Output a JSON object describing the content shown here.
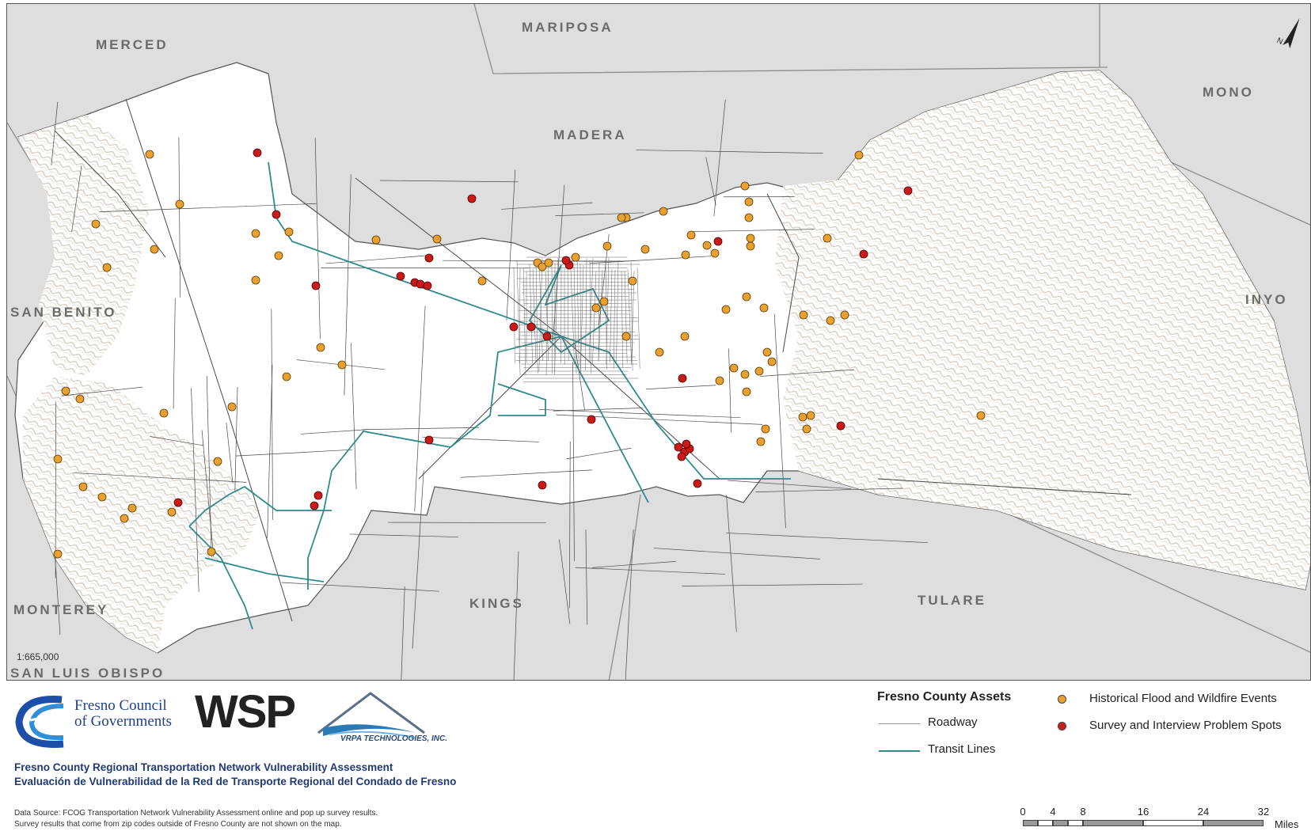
{
  "map": {
    "scale_ratio": "1:665,000",
    "north_arrow_label": "N",
    "regions": [
      {
        "name": "MERCED",
        "id": "merced"
      },
      {
        "name": "MARIPOSA",
        "id": "mariposa"
      },
      {
        "name": "MADERA",
        "id": "madera"
      },
      {
        "name": "MONO",
        "id": "mono"
      },
      {
        "name": "SAN BENITO",
        "id": "san-benito"
      },
      {
        "name": "INYO",
        "id": "inyo"
      },
      {
        "name": "MONTEREY",
        "id": "monterey"
      },
      {
        "name": "KINGS",
        "id": "kings"
      },
      {
        "name": "TULARE",
        "id": "tulare"
      },
      {
        "name": "SAN LUIS OBISPO",
        "id": "san-luis-obispo"
      }
    ],
    "colors": {
      "outside_county": "#dedede",
      "county_fill": "#ffffff",
      "roadway": "#4a4a4a",
      "transit": "#2f8b8b",
      "flood_wildfire": "#e8a030",
      "problem_spot": "#cc1a1a",
      "relief_shade": "#d9cfc6"
    }
  },
  "footer": {
    "org_line1": "Fresno Council",
    "org_line2": "of Governments",
    "wsp": "WSP",
    "vrpa": "VRPA TECHNOLOGIES, INC.",
    "title_en": "Fresno County Regional Transportation Network Vulnerability Assessment",
    "title_es": "Evaluación de Vulnerabilidad de la Red de Transporte Regional del Condado de Fresno",
    "source_line1": "Data Source: FCOG Transportation Network Vulnerability Assessment online and pop up survey results.",
    "source_line2": "Survey results that come from zip codes outside of Fresno County are not shown on the map."
  },
  "legend": {
    "title": "Fresno County Assets",
    "roadway": "Roadway",
    "transit": "Transit Lines",
    "flood": "Historical Flood and Wildfire Events",
    "problem": "Survey and Interview Problem Spots"
  },
  "scalebar": {
    "ticks": [
      "0",
      "4",
      "8",
      "16",
      "24",
      "32"
    ],
    "unit": "Miles"
  }
}
